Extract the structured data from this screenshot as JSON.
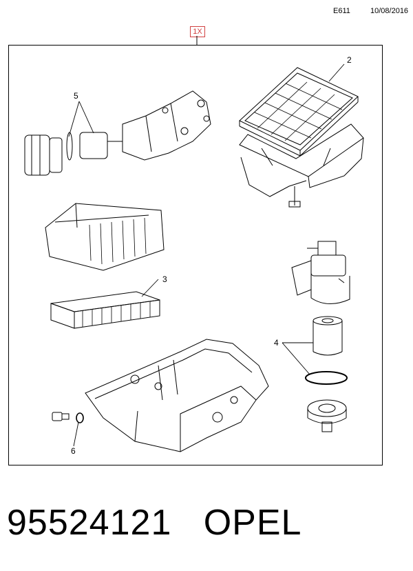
{
  "header": {
    "code": "E611",
    "date": "10/08/2016"
  },
  "quantity_tag": "1X",
  "callouts": [
    "2",
    "5",
    "3",
    "4",
    "6"
  ],
  "footer": {
    "part_number": "95524121",
    "brand": "OPEL"
  }
}
